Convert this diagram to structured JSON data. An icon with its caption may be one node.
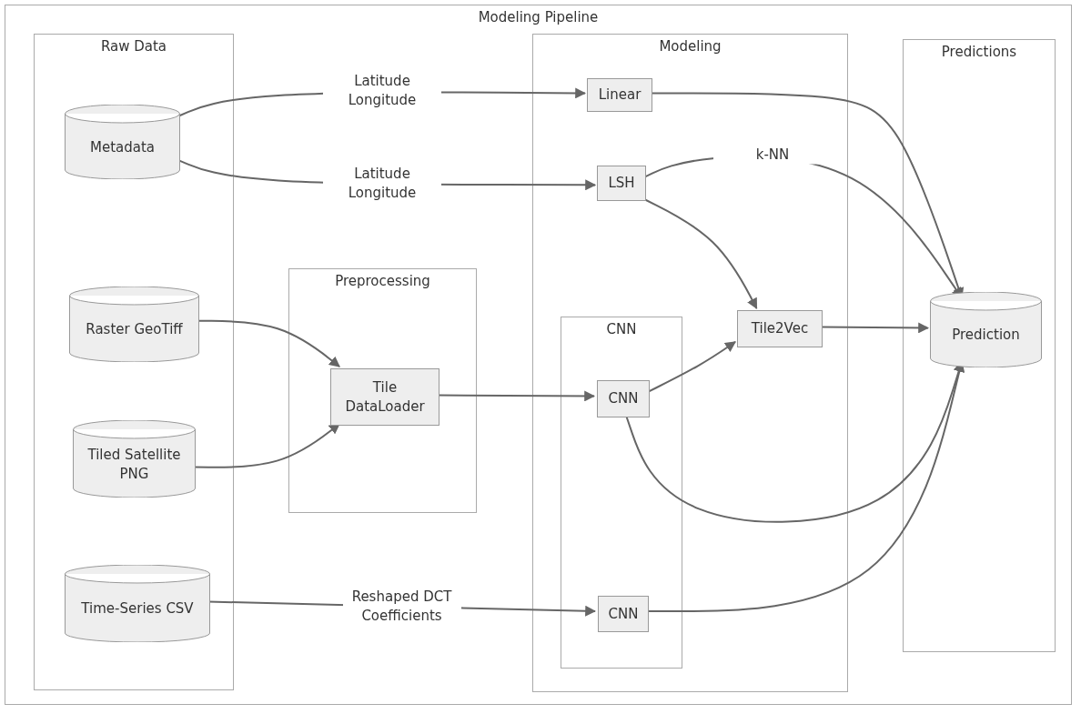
{
  "diagram": {
    "nodes": [
      {
        "text": [
          "Modeling Pipeline"
        ]
      },
      {
        "text": [
          "Raw Data"
        ],
        "in": 0
      },
      {
        "text": [
          "Metadata"
        ],
        "in": 1
      },
      {
        "text": [
          "Raster GeoTiff"
        ],
        "in": 1
      },
      {
        "text": [
          "Tiled Satellite PNG"
        ],
        "in": 1
      },
      {
        "text": [
          "Time-Series CSV"
        ],
        "in": 1
      },
      {
        "text": [
          "Preprocessing"
        ],
        "in": 0
      },
      {
        "text": [
          "Tile DataLoader"
        ],
        "in": 6
      },
      {
        "text": [
          "Modeling"
        ],
        "in": 0
      },
      {
        "text": [
          "Linear"
        ],
        "in": 8
      },
      {
        "text": [
          "LSH"
        ],
        "in": 8
      },
      {
        "text": [
          "CNN"
        ],
        "in": 8
      },
      {
        "text": [
          "CNN"
        ],
        "in": 11
      },
      {
        "text": [
          "CNN"
        ],
        "in": 11
      },
      {
        "text": [
          "Tile2Vec"
        ],
        "in": 8
      },
      {
        "text": [
          "Predictions"
        ],
        "in": 0
      },
      {
        "text": [
          "Prediction"
        ],
        "in": 15
      }
    ],
    "edges": [
      {
        "from": 2,
        "to": 9,
        "arrow": "to",
        "label": "Latitude Longitude"
      },
      {
        "from": 2,
        "to": 10,
        "arrow": "to",
        "label": "Latitude Longitude"
      },
      {
        "from": 3,
        "to": 7,
        "arrow": "to"
      },
      {
        "from": 4,
        "to": 7,
        "arrow": "to"
      },
      {
        "from": 7,
        "to": 12,
        "arrow": "to"
      },
      {
        "from": 5,
        "to": 13,
        "arrow": "to",
        "label": "Reshaped DCT Coefficients"
      },
      {
        "from": 9,
        "to": 16,
        "arrow": "to"
      },
      {
        "from": 10,
        "to": 16,
        "arrow": "to",
        "label": "k-NN"
      },
      {
        "from": 10,
        "to": 14,
        "arrow": "to"
      },
      {
        "from": 12,
        "to": 14,
        "arrow": "to"
      },
      {
        "from": 12,
        "to": 16,
        "arrow": "to"
      },
      {
        "from": 14,
        "to": 16,
        "arrow": "to"
      },
      {
        "from": 13,
        "to": 16,
        "arrow": "to"
      }
    ]
  }
}
